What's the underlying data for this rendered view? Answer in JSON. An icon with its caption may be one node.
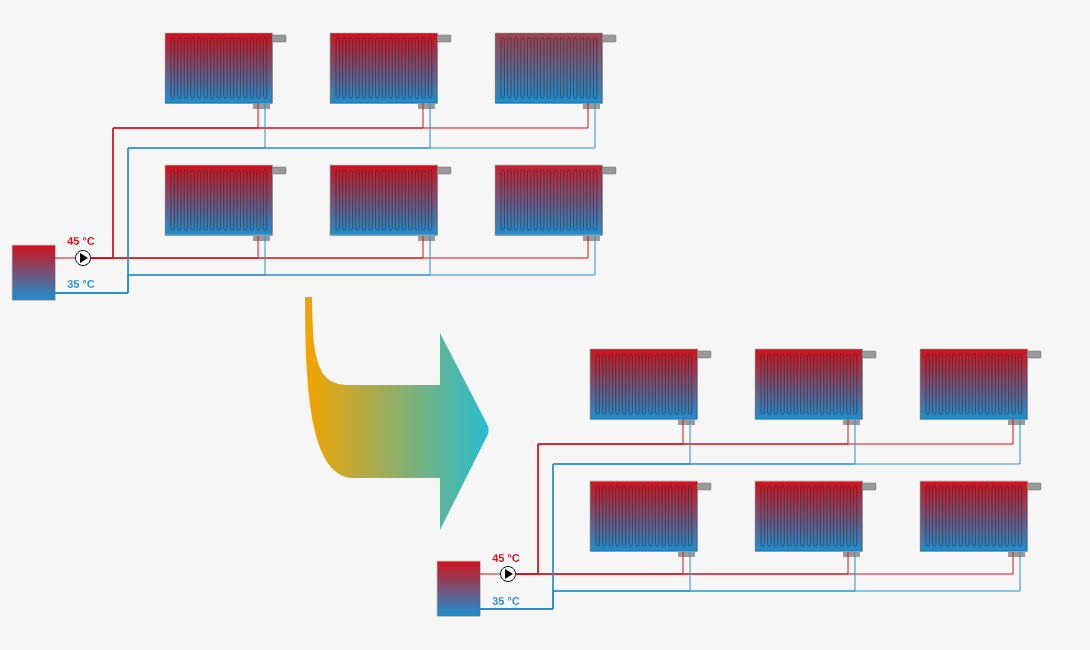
{
  "diagram": {
    "nodes": [
      {
        "text": [],
        "shape": "box"
      },
      {
        "text": [],
        "shape": "circle"
      },
      {
        "text": [],
        "shape": "radiator"
      },
      {
        "text": [],
        "shape": "radiator"
      },
      {
        "text": [],
        "shape": "radiator"
      },
      {
        "text": [],
        "shape": "radiator"
      },
      {
        "text": [],
        "shape": "radiator"
      },
      {
        "text": [],
        "shape": "radiator"
      },
      {
        "text": [],
        "shape": "box"
      },
      {
        "text": [],
        "shape": "circle"
      },
      {
        "text": [],
        "shape": "radiator"
      },
      {
        "text": [],
        "shape": "radiator"
      },
      {
        "text": [],
        "shape": "radiator"
      },
      {
        "text": [],
        "shape": "radiator"
      },
      {
        "text": [],
        "shape": "radiator"
      },
      {
        "text": [],
        "shape": "radiator"
      }
    ],
    "edges": [
      {
        "from": 0,
        "to": 1,
        "arrow": "none"
      },
      {
        "from": 1,
        "to": 2,
        "arrow": "none"
      },
      {
        "from": 1,
        "to": 3,
        "arrow": "none"
      },
      {
        "from": 1,
        "to": 4,
        "arrow": "none"
      },
      {
        "from": 1,
        "to": 5,
        "arrow": "none"
      },
      {
        "from": 1,
        "to": 6,
        "arrow": "none"
      },
      {
        "from": 1,
        "to": 7,
        "arrow": "none"
      },
      {
        "from": 2,
        "to": 0,
        "arrow": "none",
        "color": "#2a8fd0"
      },
      {
        "from": 3,
        "to": 0,
        "arrow": "none",
        "color": "#2a8fd0"
      },
      {
        "from": 4,
        "to": 0,
        "arrow": "none",
        "color": "#2a8fd0"
      },
      {
        "from": 5,
        "to": 0,
        "arrow": "none",
        "color": "#2a8fd0"
      },
      {
        "from": 6,
        "to": 0,
        "arrow": "none",
        "color": "#2a8fd0"
      },
      {
        "from": 7,
        "to": 0,
        "arrow": "none",
        "color": "#2a8fd0"
      },
      {
        "from": 8,
        "to": 9,
        "arrow": "none"
      },
      {
        "from": 9,
        "to": 10,
        "arrow": "none"
      },
      {
        "from": 9,
        "to": 11,
        "arrow": "none"
      },
      {
        "from": 9,
        "to": 12,
        "arrow": "none"
      },
      {
        "from": 9,
        "to": 13,
        "arrow": "none"
      },
      {
        "from": 9,
        "to": 14,
        "arrow": "none"
      },
      {
        "from": 9,
        "to": 15,
        "arrow": "none"
      },
      {
        "from": 10,
        "to": 8,
        "arrow": "none",
        "color": "#2a8fd0"
      },
      {
        "from": 11,
        "to": 8,
        "arrow": "none",
        "color": "#2a8fd0"
      },
      {
        "from": 12,
        "to": 8,
        "arrow": "none",
        "color": "#2a8fd0"
      },
      {
        "from": 13,
        "to": 8,
        "arrow": "none",
        "color": "#2a8fd0"
      },
      {
        "from": 14,
        "to": 8,
        "arrow": "none",
        "color": "#2a8fd0"
      },
      {
        "from": 15,
        "to": 8,
        "arrow": "none",
        "color": "#2a8fd0"
      }
    ],
    "labels": [
      "45 °C",
      "35 °C",
      "45 °C",
      "35 °C"
    ]
  }
}
